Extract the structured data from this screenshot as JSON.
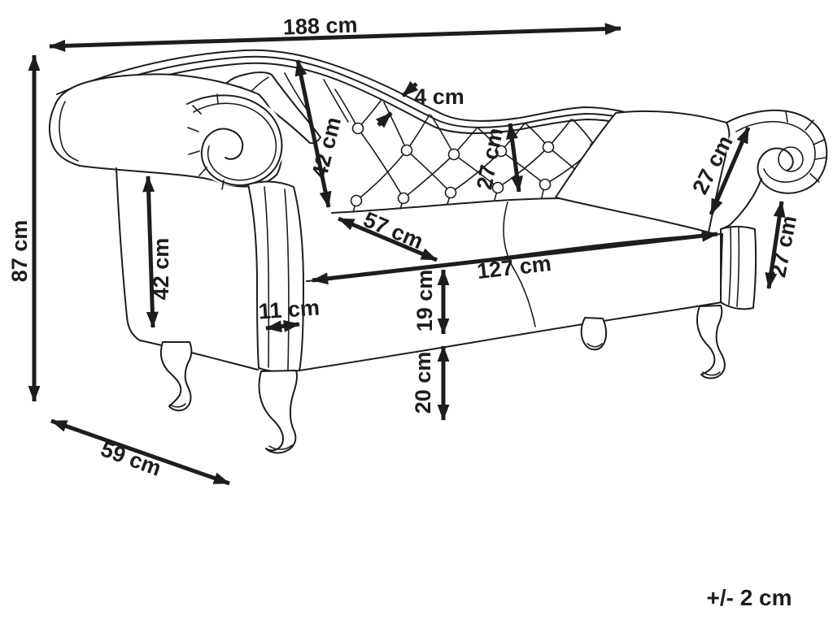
{
  "dims": {
    "overall_width": "188 cm",
    "overall_height": "87 cm",
    "depth": "59 cm",
    "arm_height": "42 cm",
    "backrest_diagonal": "42 cm",
    "trim_thickness": "4 cm",
    "backrest_mid_height": "27 cm",
    "seat_diagonal_depth": "57 cm",
    "seat_width": "127 cm",
    "seat_front_height": "19 cm",
    "clearance_height": "20 cm",
    "arm_front_width": "11 cm",
    "right_arm_diagonal": "27 cm",
    "right_arm_front_height": "27 cm",
    "tolerance": "+/- 2 cm"
  }
}
